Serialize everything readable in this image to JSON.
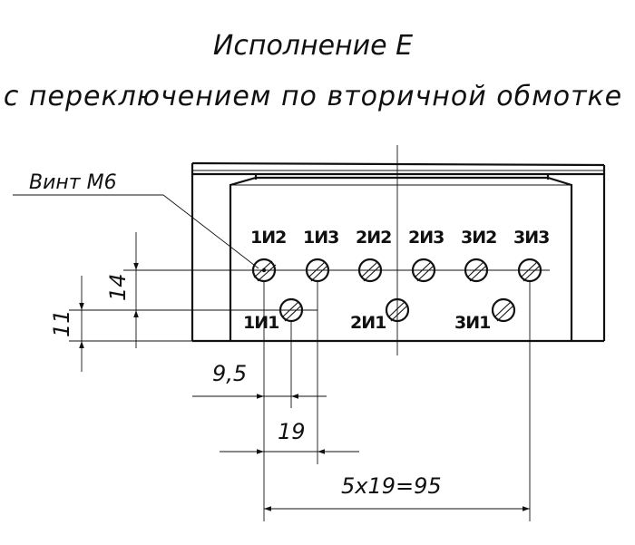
{
  "title": "Исполнение Е",
  "subtitle": "с переключением по вторичной обмотке",
  "screw_label": "Винт М6",
  "terminals_top": [
    "1И2",
    "1И3",
    "2И2",
    "2И3",
    "3И2",
    "3И3"
  ],
  "terminals_bottom": [
    "1И1",
    "2И1",
    "3И1"
  ],
  "dimensions": {
    "row_height": "14",
    "bottom_offset": "11",
    "half_pitch": "9,5",
    "pitch": "19",
    "total": "5х19=95"
  }
}
